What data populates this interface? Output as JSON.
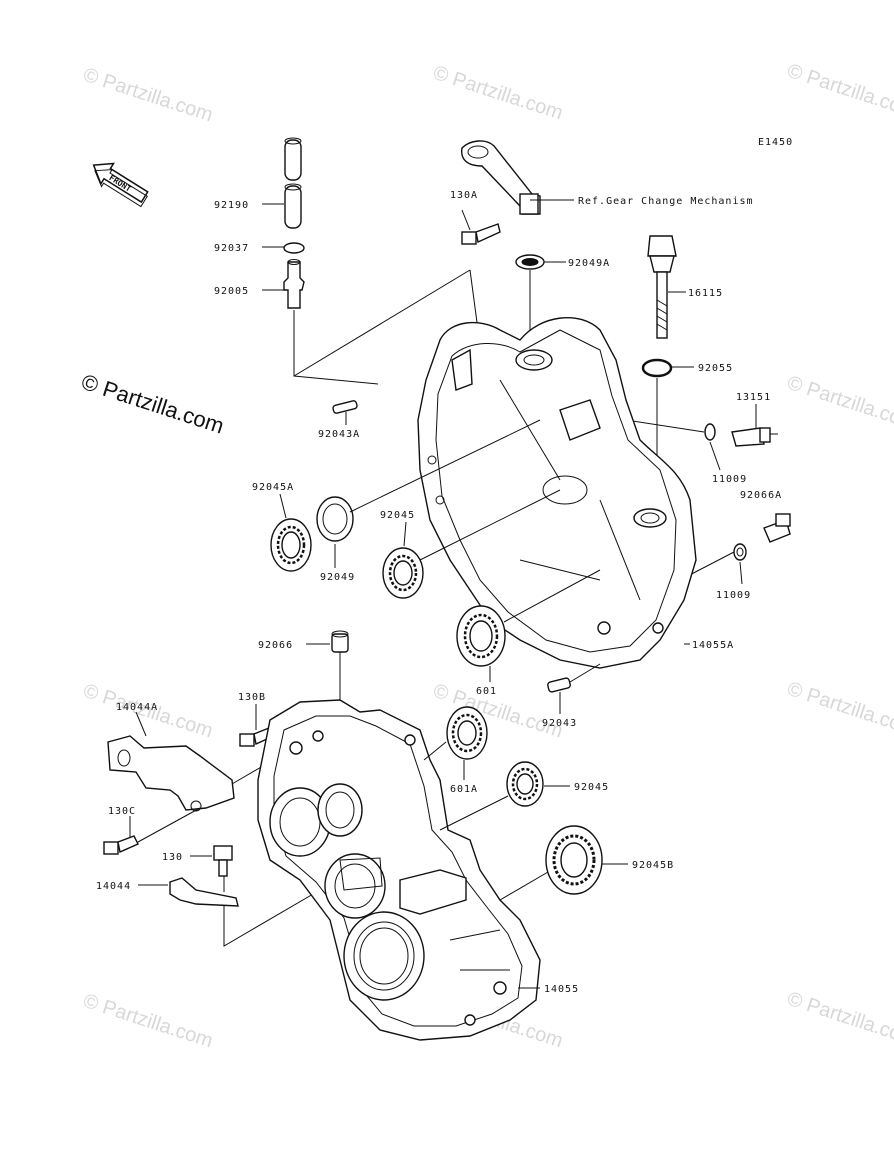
{
  "diagram": {
    "code": "E1450",
    "front_label": "FRONT",
    "watermark": "© Partzilla.com",
    "main_watermark": "© Partzilla.com",
    "ref_note": "Ref.Gear Change Mechanism",
    "parts": {
      "p92190": "92190",
      "p92037": "92037",
      "p92005": "92005",
      "p130A": "130A",
      "p92049A": "92049A",
      "p16115": "16115",
      "p92055": "92055",
      "p13151": "13151",
      "p92043A": "92043A",
      "p11009a": "11009",
      "p92066A": "92066A",
      "p92045A": "92045A",
      "p92049": "92049",
      "p92045a": "92045",
      "p11009b": "11009",
      "p14055A": "14055A",
      "p92066": "92066",
      "p601": "601",
      "p92043": "92043",
      "p130B": "130B",
      "p14044A": "14044A",
      "p601A": "601A",
      "p92045b": "92045",
      "p130C": "130C",
      "p130": "130",
      "p92045B": "92045B",
      "p14044": "14044",
      "p14055": "14055"
    }
  }
}
